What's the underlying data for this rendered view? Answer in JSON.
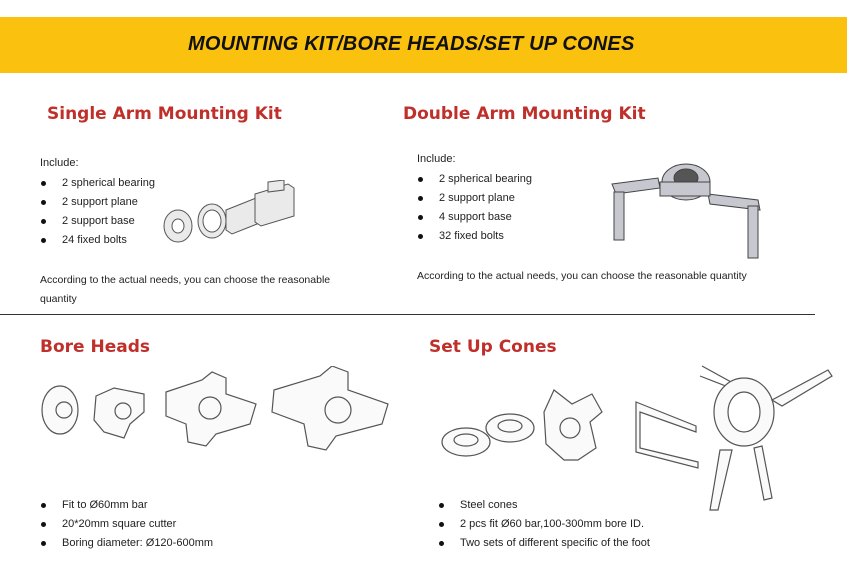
{
  "banner": {
    "title": "MOUNTING KIT/BORE HEADS/SET UP CONES"
  },
  "single_arm": {
    "title": "Single Arm Mounting Kit",
    "include_label": "Include:",
    "items": [
      "2 spherical bearing",
      "2 support plane",
      "2 support base",
      "24 fixed bolts"
    ],
    "note": "According to the actual needs, you can choose the reasonable quantity"
  },
  "double_arm": {
    "title": "Double Arm Mounting Kit",
    "include_label": "Include:",
    "items": [
      "2 spherical bearing",
      "2 support plane",
      "4 support base",
      "32 fixed bolts"
    ],
    "note": "According to the actual needs, you can choose the reasonable quantity"
  },
  "bore_heads": {
    "title": "Bore Heads",
    "items": [
      "Fit to Ø60mm bar",
      "20*20mm square cutter",
      "Boring diameter: Ø120-600mm"
    ]
  },
  "set_up_cones": {
    "title": "Set Up Cones",
    "items": [
      "Steel cones",
      "2 pcs fit Ø60 bar,100-300mm bore ID.",
      "Two sets of different specific of the foot"
    ]
  },
  "colors": {
    "banner": "#fbc10f",
    "section_title": "#c0302b"
  }
}
